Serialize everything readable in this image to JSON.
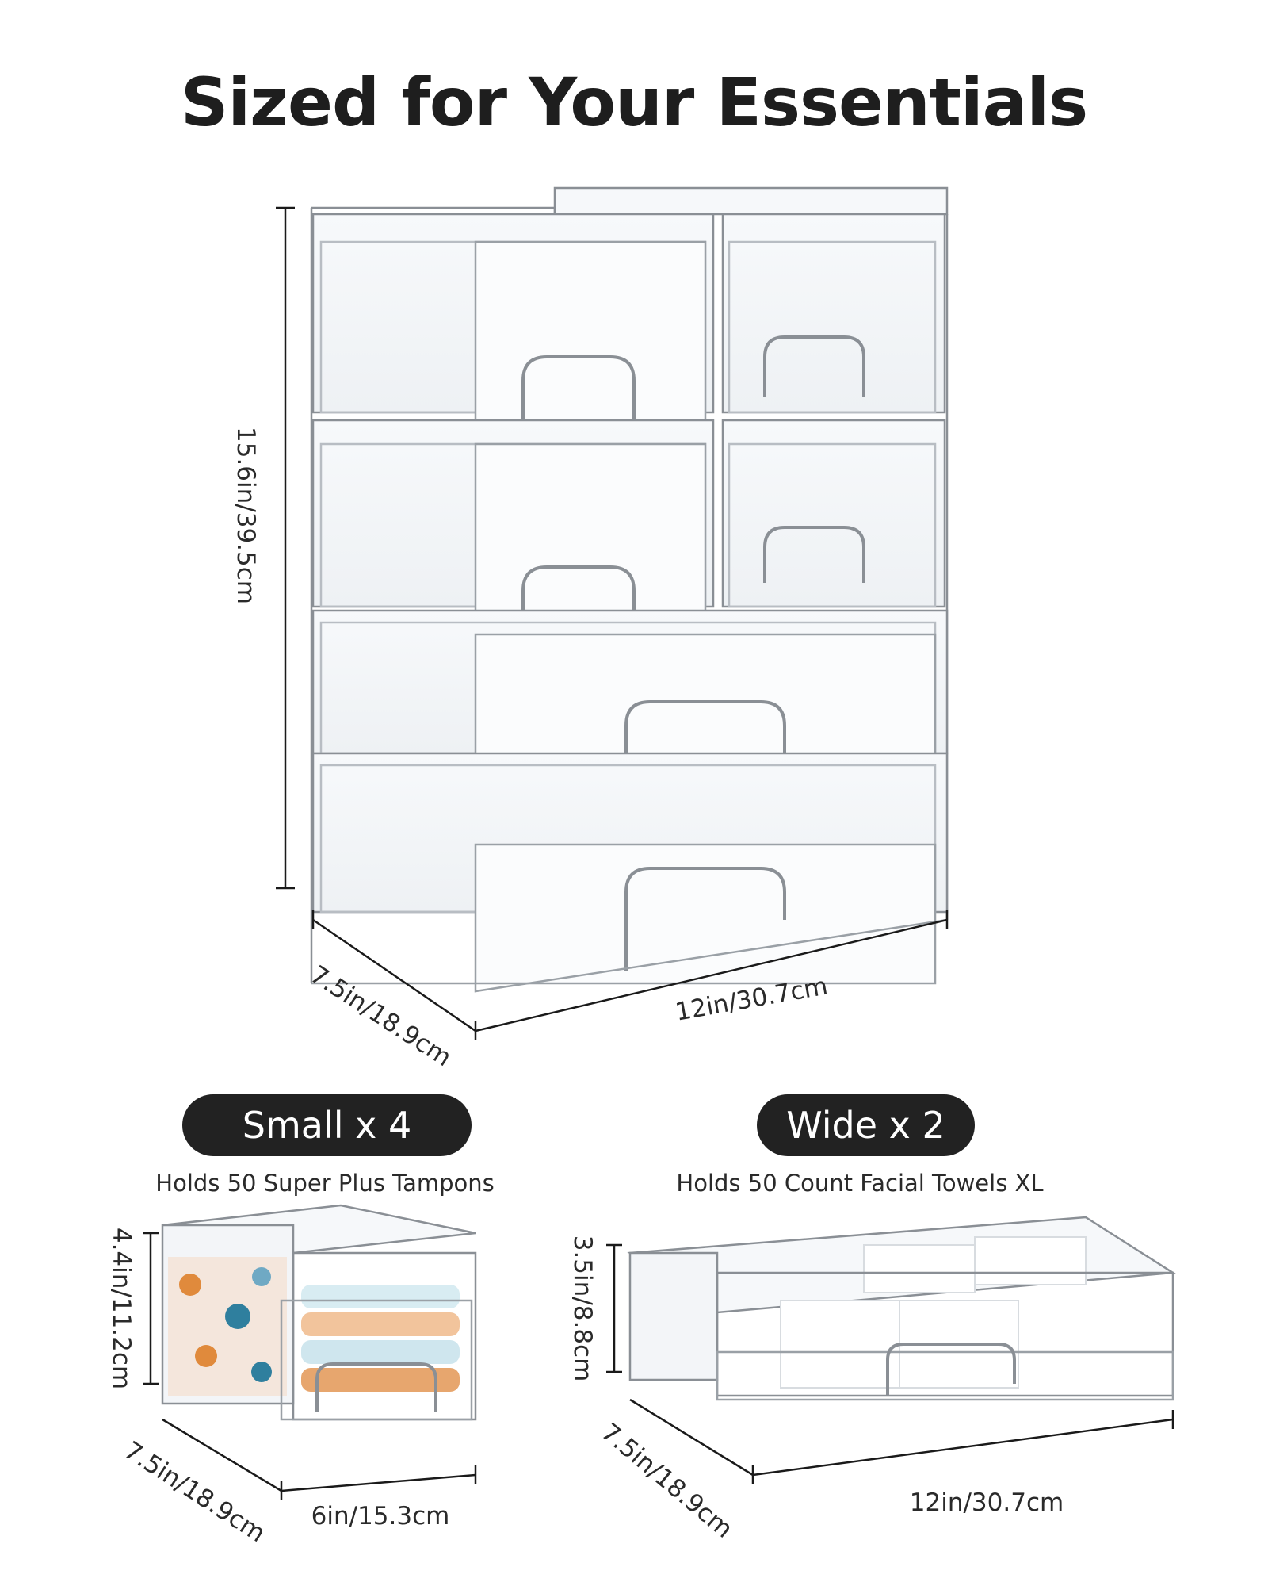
{
  "page": {
    "title": "Sized for Your Essentials"
  },
  "stack": {
    "height_label": "15.6in/39.5cm",
    "depth_label": "7.5in/18.9cm",
    "width_label": "12in/30.7cm"
  },
  "small": {
    "badge": "Small x 4",
    "caption": "Holds 50 Super Plus Tampons",
    "height_label": "4.4in/11.2cm",
    "depth_label": "7.5in/18.9cm",
    "width_label": "6in/15.3cm"
  },
  "wide": {
    "badge": "Wide x 2",
    "caption": "Holds 50 Count Facial Towels XL",
    "height_label": "3.5in/8.8cm",
    "depth_label": "7.5in/18.9cm",
    "width_label": "12in/30.7cm"
  },
  "colors": {
    "background": "#ffffff",
    "badge": "#222222",
    "text": "#1e1e1e",
    "outline": "#8a8f95"
  }
}
